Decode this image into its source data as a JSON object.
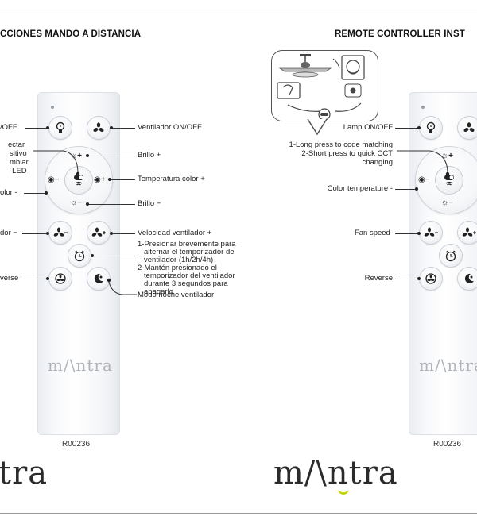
{
  "header_left": "CCIONES MANDO A DISTANCIA",
  "header_right": "REMOTE CONTROLLER INST",
  "remote": {
    "model": "R00236",
    "brand": "m/\\ntra",
    "dial_plus": "+",
    "dial_minus": "−"
  },
  "labels_es": {
    "lamp_onoff": "/OFF",
    "fan_onoff": "Ventilador ON/OFF",
    "connect_lines": [
      "ectar",
      "sitivo",
      "mbiar",
      "·LED"
    ],
    "brightness_up": "Brillo +",
    "color_temp_up": "Temperatura color +",
    "color_minus": "olor -",
    "brightness_down": "Brillo −",
    "fan_speed_down": "dor −",
    "fan_speed_up": "Velocidad ventilador +",
    "timer_lines": [
      "1-Presionar brevemente para",
      "alternar el temporizador del",
      "ventilador (1h/2h/4h)",
      "2-Mantén presionado el",
      "temporizador del ventilador",
      "durante 3 segundos para",
      "apagarlo"
    ],
    "reverse": "verse",
    "night_mode": "Modo noche ventilador"
  },
  "labels_en": {
    "lamp_onoff": "Lamp ON/OFF",
    "pairing_lines": [
      "1-Long press to code matching",
      "2-Short press to quick CCT",
      "changing"
    ],
    "color_temp_down": "Color temperature -",
    "fan_speed_down": "Fan speed-",
    "reverse": "Reverse"
  },
  "footer": {
    "brand_left": "tra",
    "brand_right": "m/\\ntra"
  },
  "colors": {
    "accent_smile": "#c6d400",
    "remote_body": "#f4f5f8",
    "text": "#222222"
  }
}
